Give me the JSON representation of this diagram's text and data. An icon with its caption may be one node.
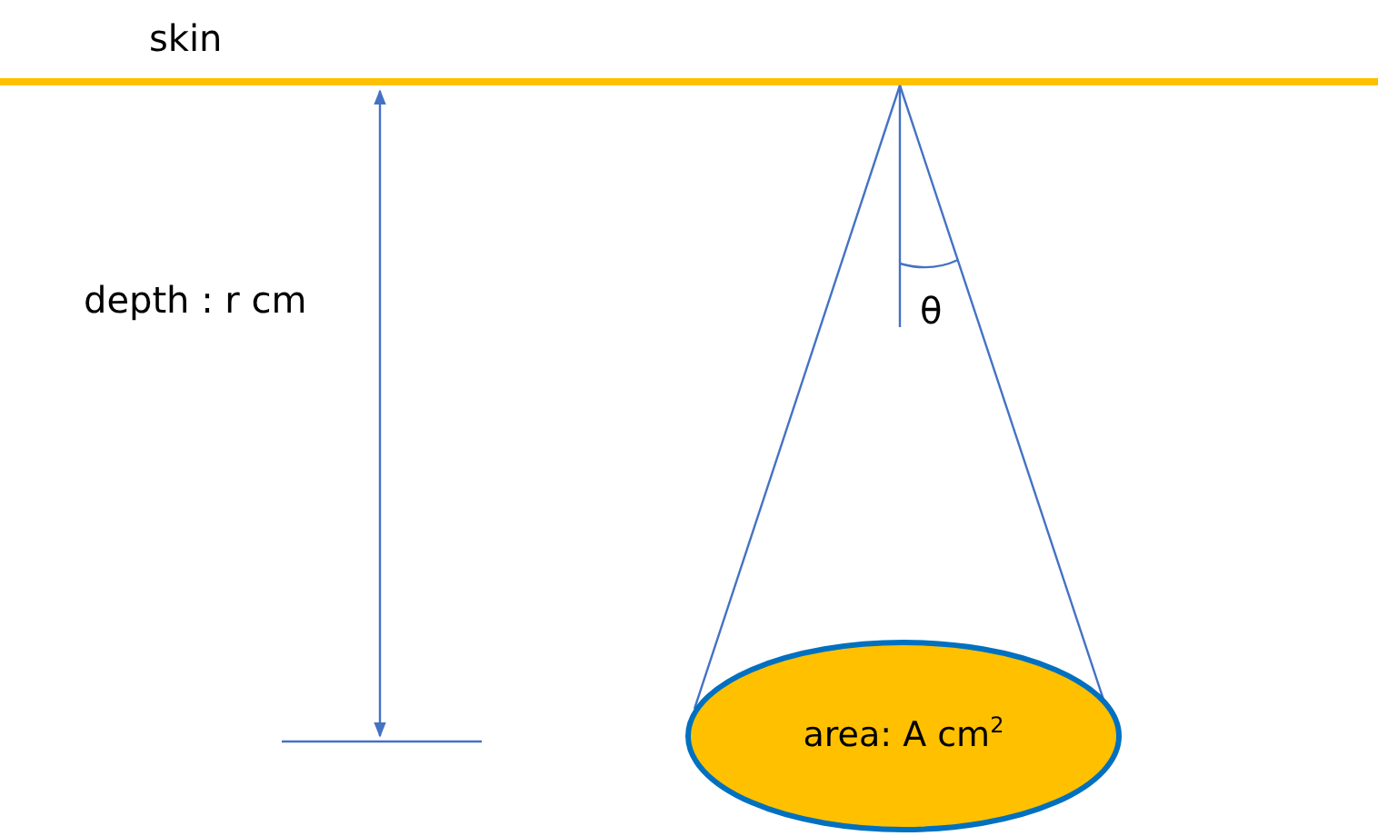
{
  "diagram": {
    "nodes": [
      {
        "text": [
          "area: A cm$^{2}$"
        ]
      }
    ],
    "labels": [
      "skin",
      "depth : r cm",
      "θ"
    ]
  }
}
